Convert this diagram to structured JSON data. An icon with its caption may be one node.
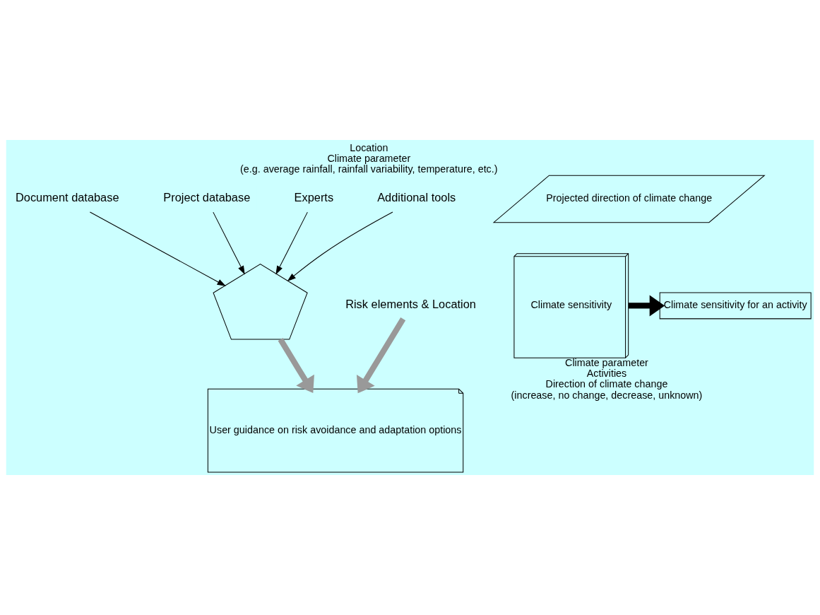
{
  "diagram": {
    "nodes": [
      {
        "text": [
          "Document database"
        ]
      },
      {
        "text": [
          "Project database"
        ]
      },
      {
        "text": [
          "Experts"
        ]
      },
      {
        "text": [
          "Additional tools"
        ]
      },
      {
        "text": [],
        "shape": "pentagon"
      },
      {
        "text": [
          "User guidance on risk avoidance and adaptation options"
        ]
      },
      {
        "text": [
          "Projected direction of climate change"
        ],
        "beside": [
          "Location",
          "Climate parameter",
          "(e.g. average rainfall, rainfall variability, temperature, etc.)"
        ]
      },
      {
        "text": [
          "Climate sensitivity"
        ],
        "beside": [
          "Climate parameter",
          "Activities",
          "Direction of climate change",
          "(increase, no change, decrease, unknown)"
        ]
      },
      {
        "text": [
          "Climate sensitivity for an activity"
        ]
      },
      {
        "text": [
          "Risk elements & Location"
        ]
      }
    ],
    "edges": [
      {
        "from": 0,
        "to": 4,
        "arrow": "to"
      },
      {
        "from": 1,
        "to": 4,
        "arrow": "to"
      },
      {
        "from": 2,
        "to": 4,
        "arrow": "to"
      },
      {
        "from": 3,
        "to": 4,
        "arrow": "to"
      },
      {
        "from": 4,
        "to": 5,
        "arrow": "to",
        "style": "thick",
        "color": "#999999"
      },
      {
        "from": 7,
        "to": 8,
        "arrow": "to",
        "style": "thick"
      },
      {
        "from": 9,
        "to": 5,
        "arrow": "to",
        "style": "thick",
        "color": "#999999"
      }
    ]
  }
}
